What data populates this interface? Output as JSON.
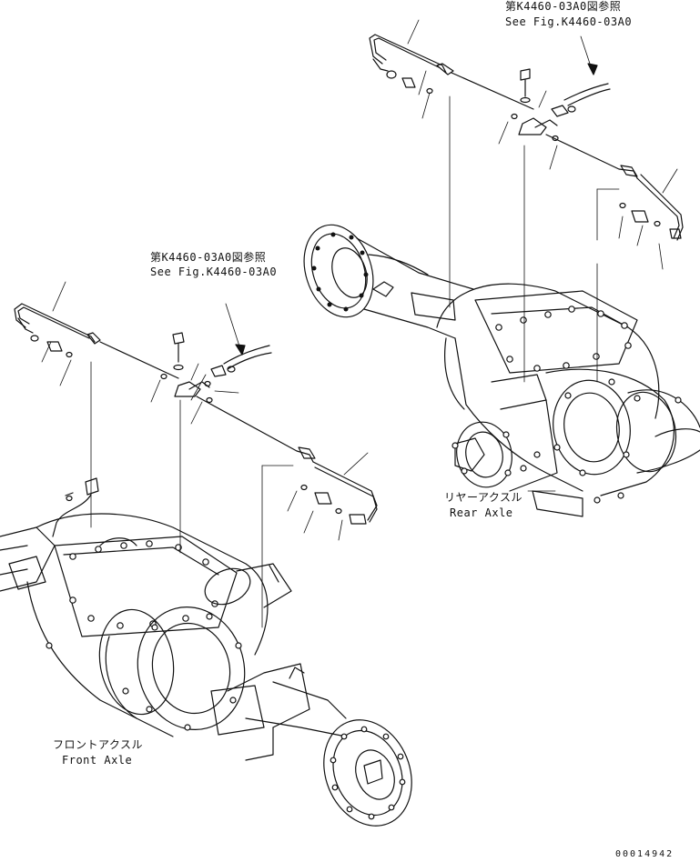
{
  "refs": {
    "top_right_jp": "第K4460-03A0図参照",
    "top_right_en": "See Fig.K4460-03A0",
    "mid_jp": "第K4460-03A0図参照",
    "mid_en": "See Fig.K4460-03A0"
  },
  "axles": {
    "rear_jp": "リヤーアクスル",
    "rear_en": "Rear Axle",
    "front_jp": "フロントアクスル",
    "front_en": "Front Axle"
  },
  "part_number": "00014942"
}
